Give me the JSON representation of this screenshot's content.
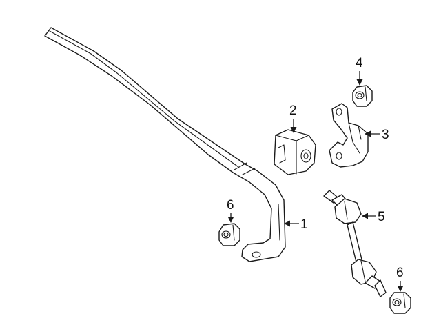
{
  "diagram": {
    "callouts": [
      {
        "number": "1",
        "part": "stabilizer-bar"
      },
      {
        "number": "2",
        "part": "bushing"
      },
      {
        "number": "3",
        "part": "bracket"
      },
      {
        "number": "4",
        "part": "nut"
      },
      {
        "number": "5",
        "part": "stabilizer-link"
      },
      {
        "number": "6",
        "part": "nut"
      },
      {
        "number": "6",
        "part": "nut"
      }
    ]
  },
  "colors": {
    "line": "#1a1a1a",
    "background": "#ffffff"
  }
}
